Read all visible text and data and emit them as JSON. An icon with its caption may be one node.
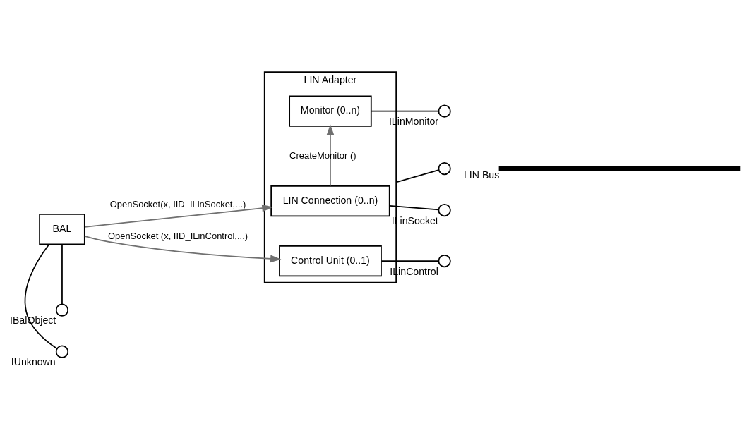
{
  "diagram": {
    "nodes": [
      {
        "text": [],
        "shape": "circle",
        "beside": [
          "IUnknown"
        ]
      },
      {
        "text": [
          "BAL"
        ]
      },
      {
        "text": [],
        "shape": "circle",
        "beside": [
          "IBalObject"
        ]
      },
      {
        "text": [
          "LIN Adapter"
        ]
      },
      {
        "text": [],
        "shape": "circle",
        "beside": [
          "ILinSocket"
        ]
      },
      {
        "text": [
          "LIN Connection (0..n)"
        ],
        "in": 3
      },
      {
        "text": [],
        "shape": "circle",
        "beside": [
          "ILinMonitor"
        ]
      },
      {
        "text": [
          "Monitor (0..n)"
        ],
        "in": 3
      },
      {
        "text": [],
        "shape": "circle",
        "beside": [
          "ILinControl"
        ]
      },
      {
        "text": [
          "Control Unit (0..1)"
        ],
        "in": 3
      },
      {
        "text": [],
        "shape": "circle"
      },
      {
        "text": [],
        "shape": "bar",
        "beside": [
          "LIN Bus"
        ]
      }
    ],
    "edges": [
      {
        "from": 1,
        "to": 0,
        "arrow": "none"
      },
      {
        "from": 1,
        "to": 2,
        "arrow": "none"
      },
      {
        "from": 1,
        "to": 5,
        "arrow": "to",
        "label": "OpenSocket(x, IID_ILinSocket,...)",
        "color": "#707070"
      },
      {
        "from": 5,
        "to": 7,
        "arrow": "to",
        "label": "CreateMonitor ()",
        "color": "#707070"
      },
      {
        "from": 1,
        "to": 9,
        "arrow": "to",
        "label": "OpenSocket (x, IID_ILinControl,...)",
        "color": "#707070"
      },
      {
        "from": 5,
        "to": 4,
        "arrow": "none"
      },
      {
        "from": 7,
        "to": 6,
        "arrow": "none"
      },
      {
        "from": 9,
        "to": 8,
        "arrow": "none"
      },
      {
        "from": 3,
        "to": 10,
        "arrow": "none"
      }
    ]
  }
}
